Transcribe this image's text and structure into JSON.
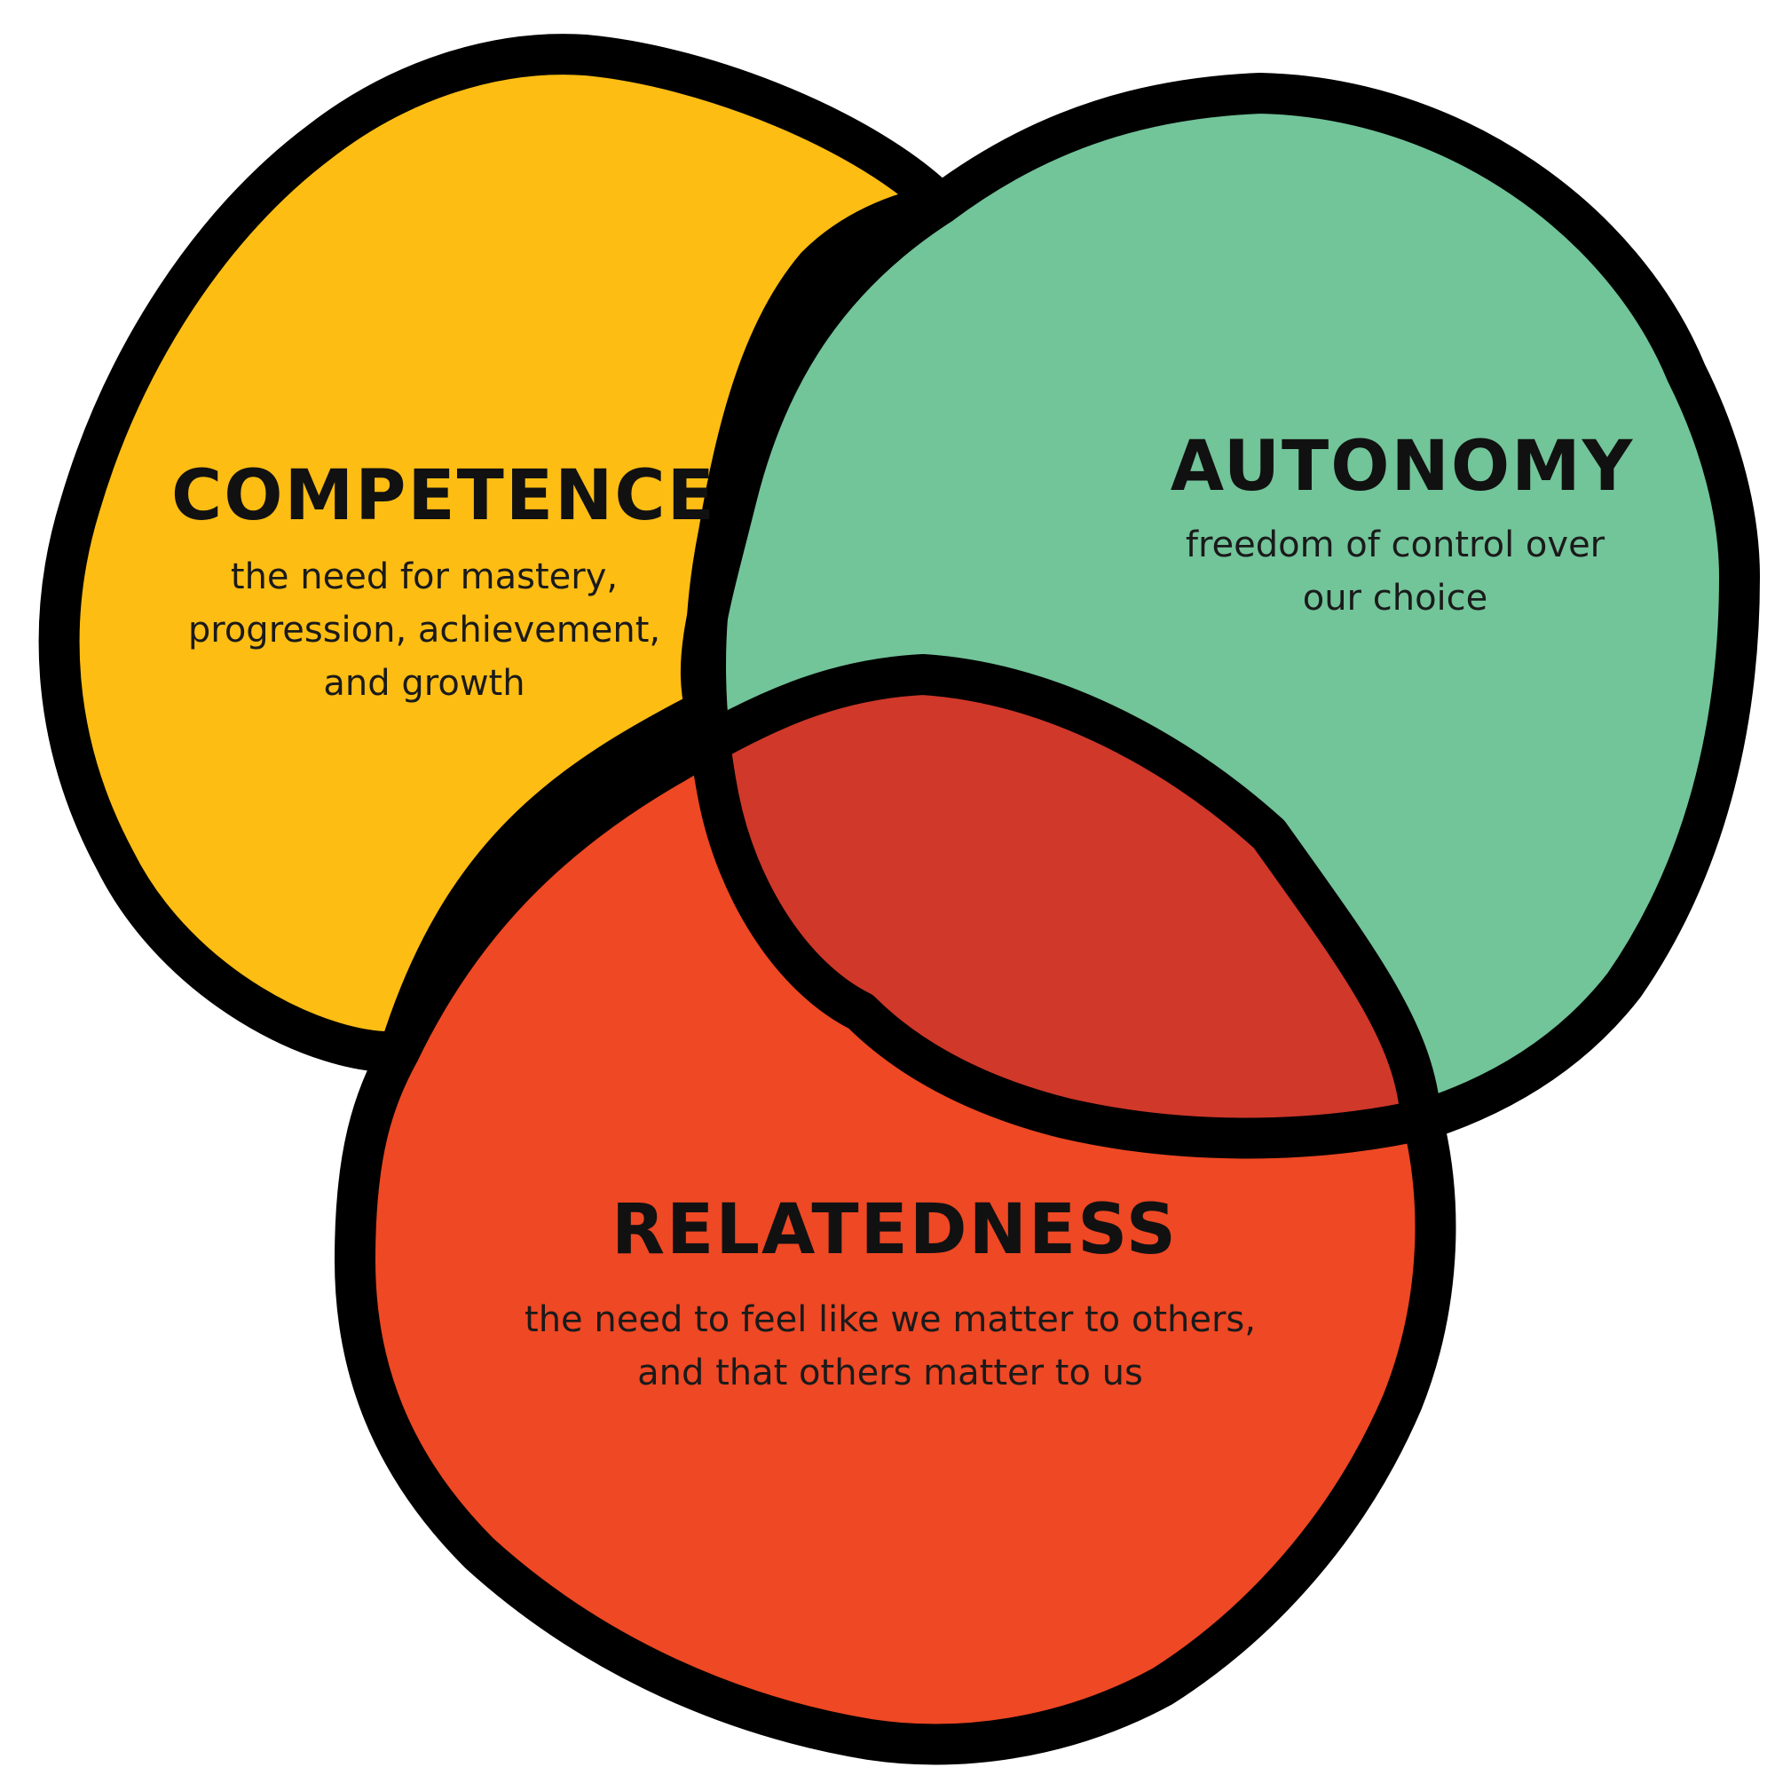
{
  "diagram": {
    "type": "venn",
    "sets": {
      "competence": {
        "title": "COMPETENCE",
        "description_lines": [
          "the need for mastery,",
          "progression, achievement,",
          "and growth"
        ],
        "color": "#FDBD13"
      },
      "autonomy": {
        "title": "AUTONOMY",
        "description_lines": [
          "freedom of control over",
          "our choice"
        ],
        "color": "#72C499"
      },
      "relatedness": {
        "title": "RELATEDNESS",
        "description_lines": [
          "the need to feel like we matter to others,",
          "and that others matter to us"
        ],
        "color": "#EE4824"
      }
    },
    "overlap_colors": {
      "competence_autonomy": "#2E8D5F",
      "competence_relatedness": "#F48420",
      "autonomy_relatedness": "#D0382A",
      "all_three": "#C4652A"
    },
    "outline_color": "#000000"
  }
}
